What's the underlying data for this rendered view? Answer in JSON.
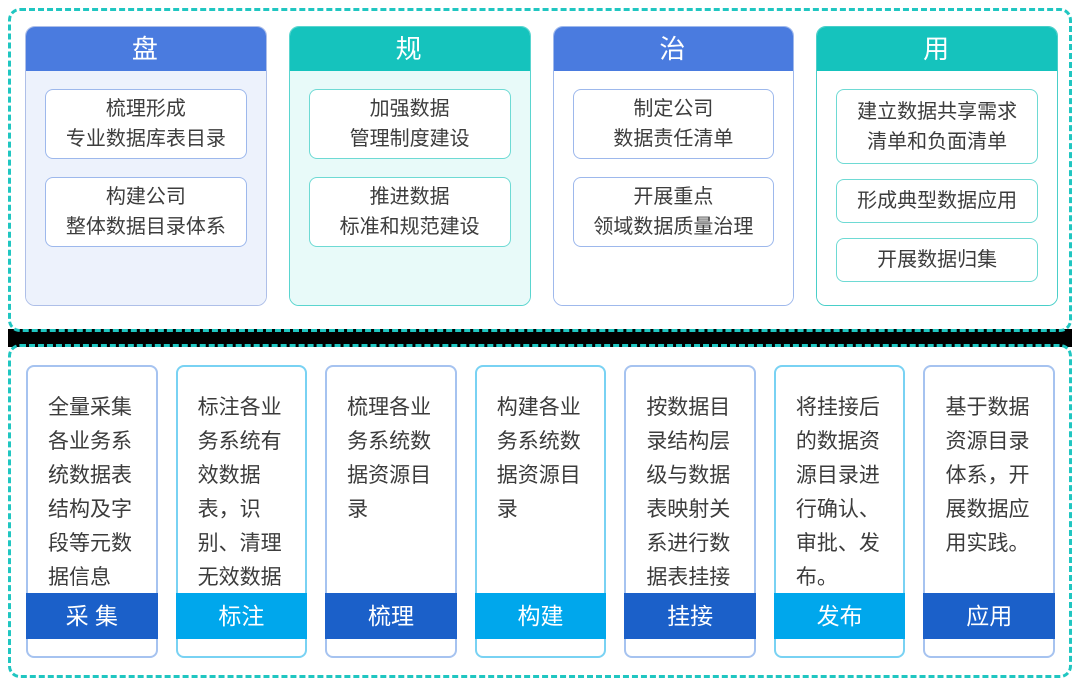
{
  "top_panel": {
    "columns": [
      {
        "header": "盘",
        "items": [
          "梳理形成\n专业数据库表目录",
          "构建公司\n整体数据目录体系"
        ]
      },
      {
        "header": "规",
        "items": [
          "加强数据\n管理制度建设",
          "推进数据\n标准和规范建设"
        ]
      },
      {
        "header": "治",
        "items": [
          "制定公司\n数据责任清单",
          "开展重点\n领域数据质量治理"
        ]
      },
      {
        "header": "用",
        "items": [
          "建立数据共享需求\n清单和负面清单",
          "形成典型数据应用",
          "开展数据归集"
        ]
      }
    ]
  },
  "bottom_panel": {
    "steps": [
      {
        "label": "采 集",
        "description": "全量采集各业务系统数据表结构及字段等元数据信息"
      },
      {
        "label": "标注",
        "description": "标注各业务系统有效数据表，识别、清理无效数据表。"
      },
      {
        "label": "梳理",
        "description": "梳理各业务系统数据资源目录"
      },
      {
        "label": "构建",
        "description": "构建各业务系统数据资源目录"
      },
      {
        "label": "挂接",
        "description": "按数据目录结构层级与数据表映射关系进行数据表挂接"
      },
      {
        "label": "发布",
        "description": "将挂接后的数据资源目录进行确认、审批、发布。"
      },
      {
        "label": "应用",
        "description": "基于数据资源目录体系，开展数据应用实践。"
      }
    ]
  },
  "colors": {
    "accent_blue": "#4a7bdf",
    "accent_teal": "#15c3bd",
    "band_dark_blue": "#1b60c9",
    "band_cyan": "#00a7ec",
    "dashed_border": "#20c6c1",
    "section_divider": "#000000"
  }
}
